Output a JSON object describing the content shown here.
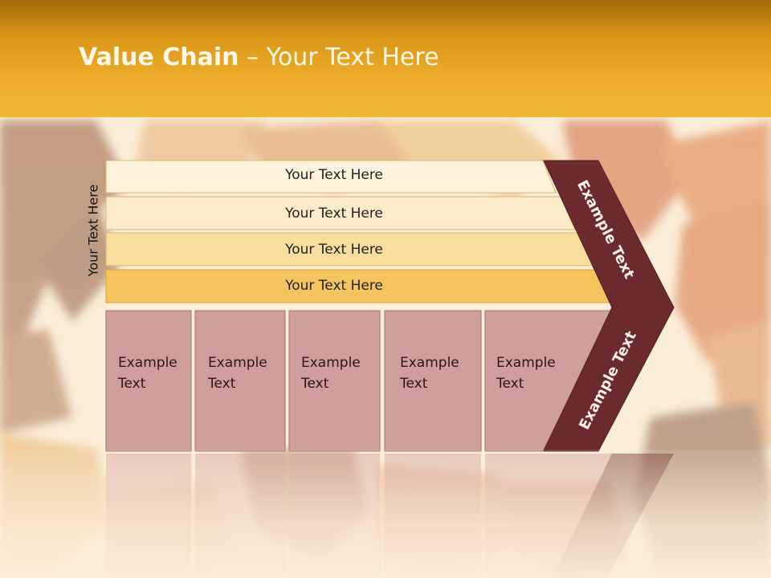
{
  "header": {
    "title_bold": "Value Chain",
    "title_rest": " – Your Text Here"
  },
  "diagram": {
    "vertical_label": "Your Text Here",
    "rows": [
      "Your Text Here",
      "Your Text Here",
      "Your Text Here",
      "Your Text Here"
    ],
    "cells": [
      {
        "line1": "Example",
        "line2": "Text"
      },
      {
        "line1": "Example",
        "line2": "Text"
      },
      {
        "line1": "Example",
        "line2": "Text"
      },
      {
        "line1": "Example",
        "line2": "Text"
      },
      {
        "line1": "Example",
        "line2": "Text"
      }
    ],
    "chevron_top": "Example Text",
    "chevron_bottom": "Example Text"
  },
  "colors": {
    "header": "#e3a11e",
    "row_fills": [
      "#fdf2dc",
      "#fcebc9",
      "#f9dd9c",
      "#f4c55e"
    ],
    "cell_fill": "#d19e9e",
    "chevron": "#6b2b2e"
  }
}
